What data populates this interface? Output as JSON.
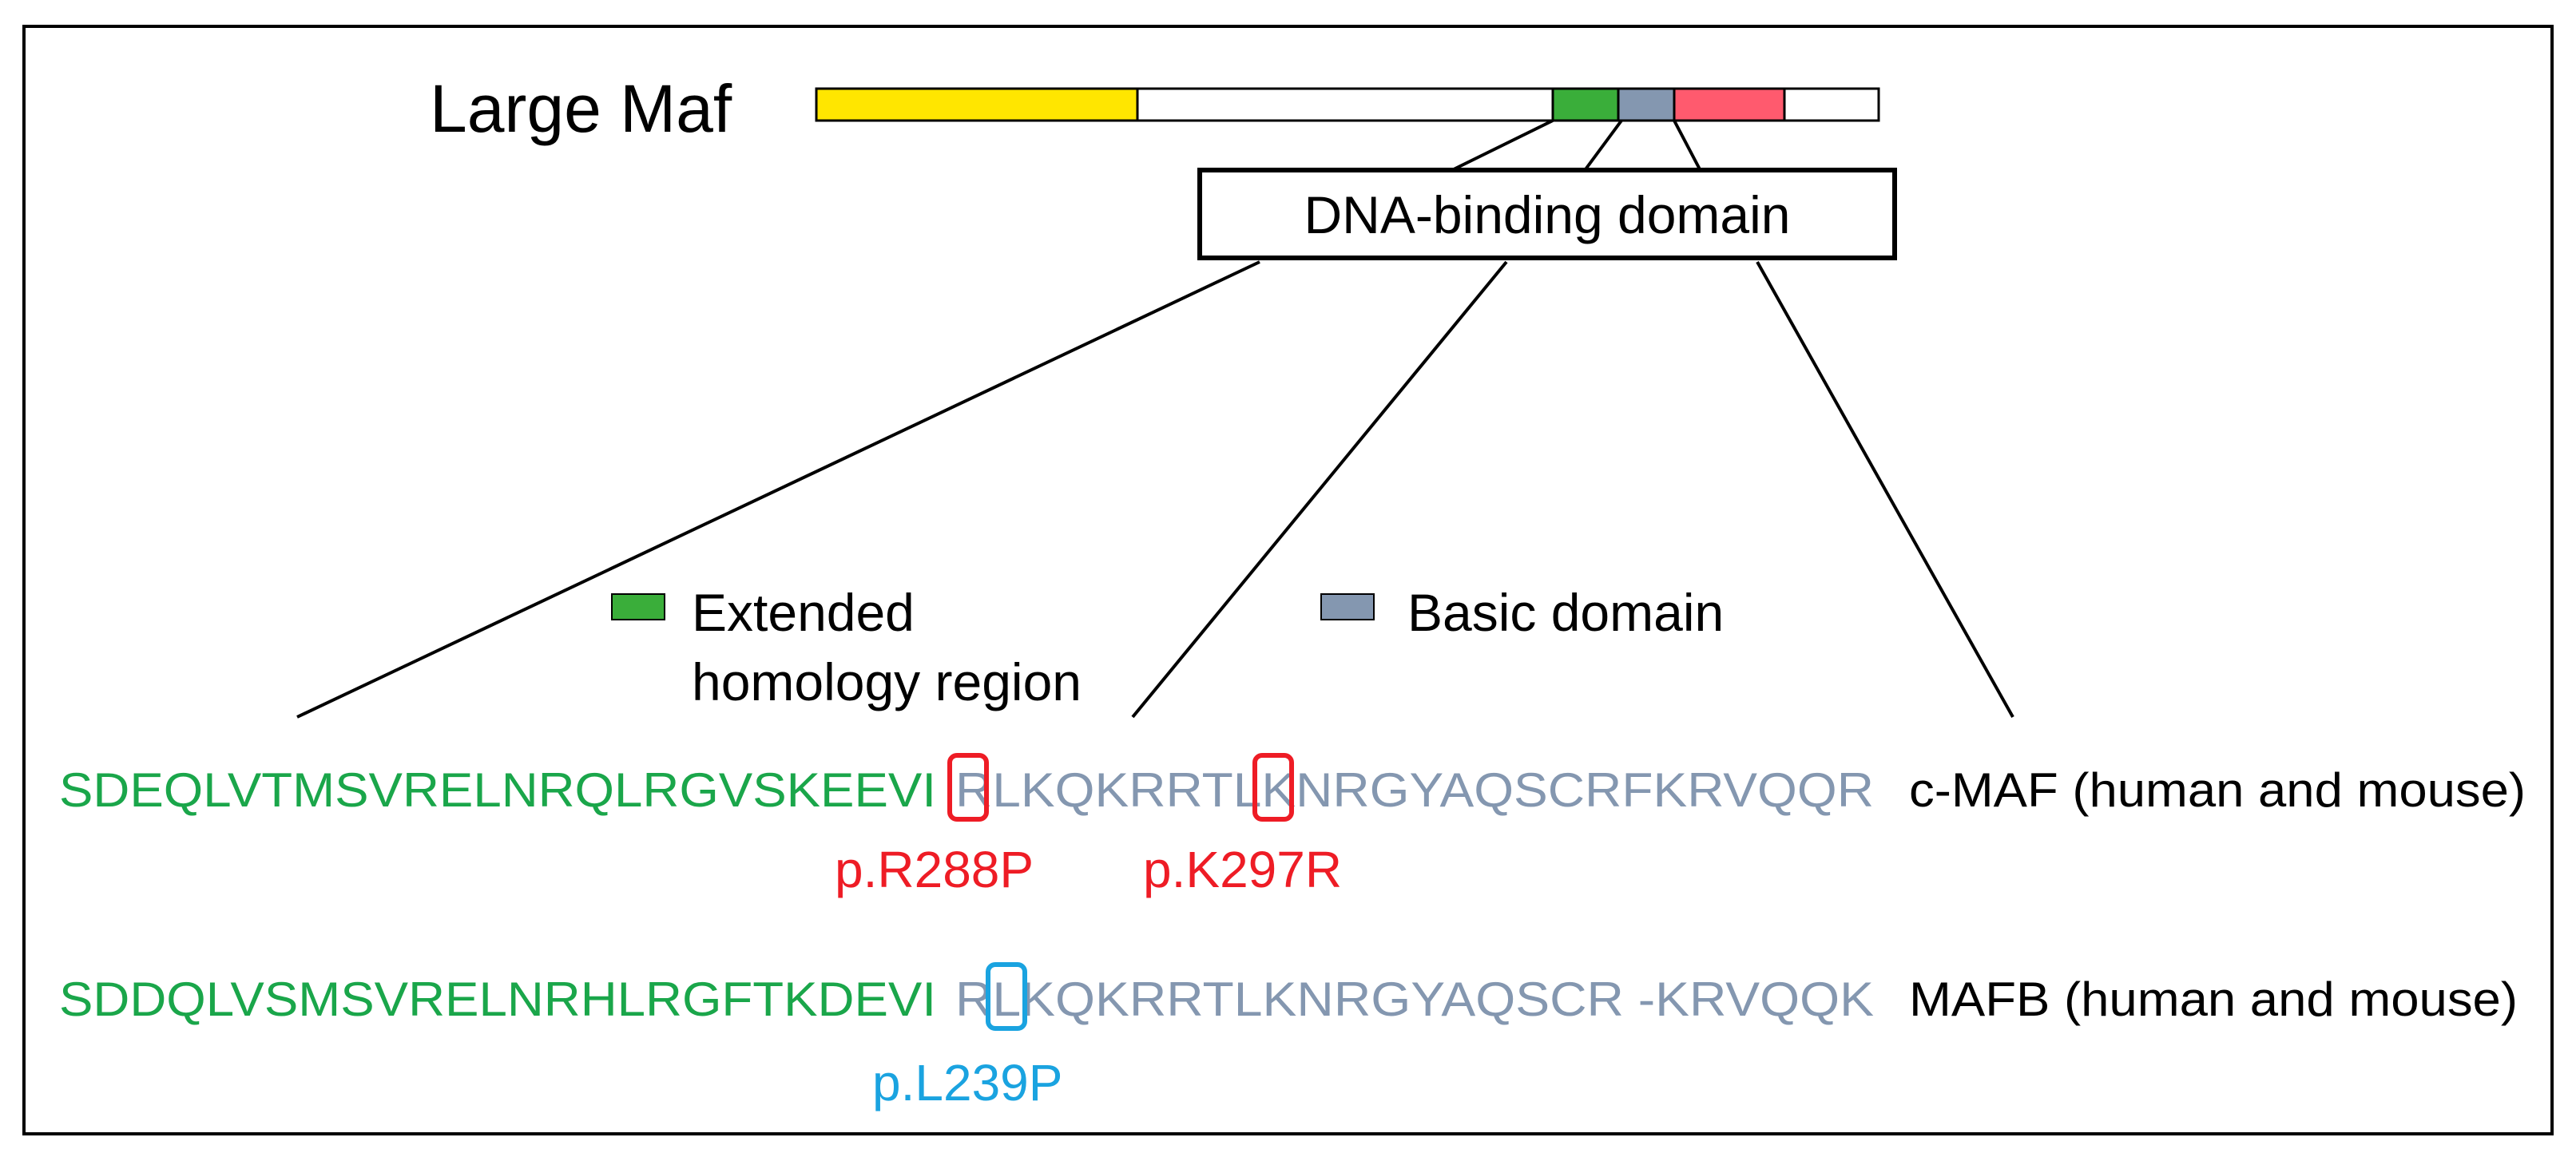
{
  "figure": {
    "protein_label": "Large Maf",
    "dna_domain_label": "DNA-binding domain",
    "segments": [
      {
        "name": "transactivation-domain",
        "color": "#ffe600"
      },
      {
        "name": "linker",
        "color": "#ffffff"
      },
      {
        "name": "extended-homology-region",
        "color": "#3aae3a"
      },
      {
        "name": "basic-domain",
        "color": "#8497b0"
      },
      {
        "name": "leucine-zipper",
        "color": "#ff5a6e"
      },
      {
        "name": "c-terminal",
        "color": "#ffffff"
      }
    ],
    "legend": {
      "ehr": {
        "line1": "Extended",
        "line2": "homology region",
        "color": "#3aae3a"
      },
      "basic": {
        "label": "Basic domain",
        "color": "#8497b0"
      }
    },
    "cmaf": {
      "green": "SDEQLVTMSVRELNRQLRGVSKEEVI",
      "gray": "RLKQKRRTLKNRGYAQSCRFKRVQQR",
      "species": "c-MAF (human and mouse)",
      "mutation1": "p.R288P",
      "mutation2": "p.K297R"
    },
    "mafb": {
      "green": "SDDQLVSMSVRELNRHLRGFTKDEVI",
      "gray": "RLKQKRRTLKNRGYAQSCR -KRVQQK",
      "species": "MAFB (human and mouse)",
      "mutation1": "p.L239P"
    },
    "colors": {
      "green_text": "#1aa64a",
      "gray_text": "#8497b0",
      "mutation_red": "#ee1c25",
      "mutation_blue": "#1aa3e0"
    }
  }
}
